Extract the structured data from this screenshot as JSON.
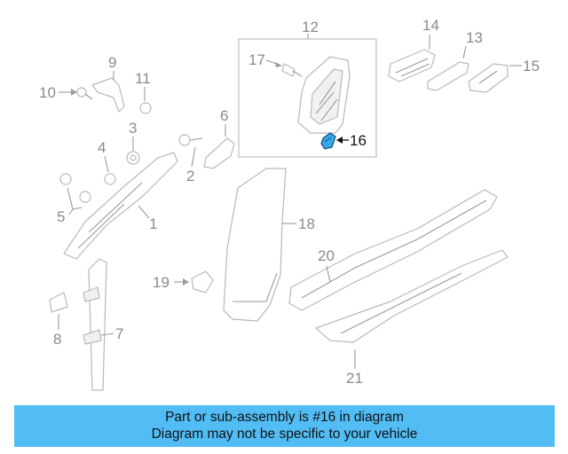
{
  "diagram": {
    "callouts": [
      "1",
      "2",
      "3",
      "4",
      "5",
      "6",
      "7",
      "8",
      "9",
      "10",
      "11",
      "12",
      "13",
      "14",
      "15",
      "16",
      "17",
      "18",
      "19",
      "20",
      "21"
    ],
    "highlighted_callout": "16",
    "colors": {
      "highlight_part": "#3aa8e8",
      "lines": "#b9b9b9",
      "labels": "#8a8a8a"
    }
  },
  "banner": {
    "line1": "Part or sub-assembly is #16 in diagram",
    "line2": "Diagram may not be specific to your vehicle",
    "background": "#52bdf5"
  }
}
